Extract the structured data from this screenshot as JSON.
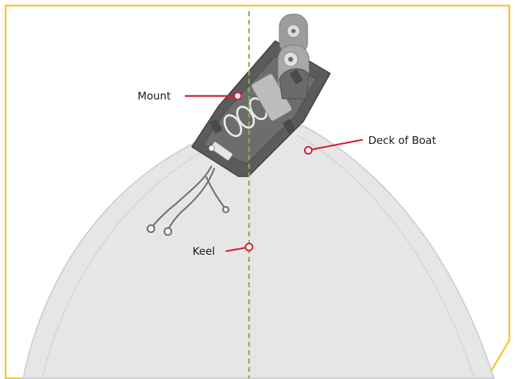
{
  "labels": {
    "mount": "Mount",
    "deck": "Deck of Boat",
    "keel": "Keel"
  },
  "colors": {
    "frame": "#f5c431",
    "hull_fill": "#e6e6e6",
    "hull_edge": "#cfcfcf",
    "centerline": "#7db83a",
    "callout": "#d81f35",
    "mount_body": "#5b5b5b"
  },
  "icons": {
    "mount_illustration": "trolling-motor-mount-icon",
    "mount_callout_marker": "ring-marker-icon",
    "deck_callout_marker": "ring-marker-icon",
    "keel_callout_marker": "ring-marker-icon"
  }
}
